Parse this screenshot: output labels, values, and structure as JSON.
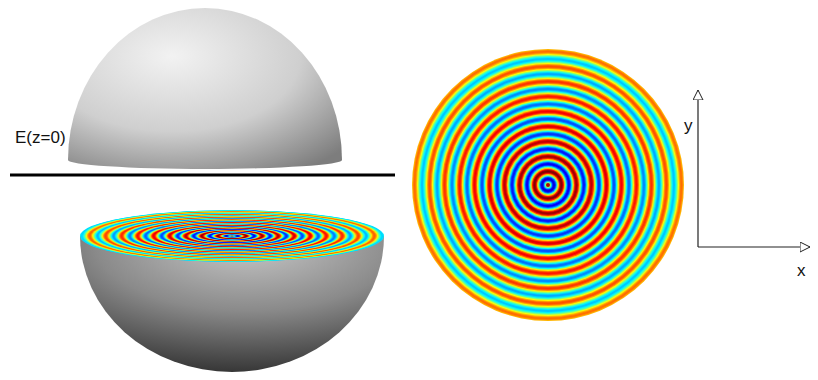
{
  "diagram": {
    "labels": [
      "E(z=0)",
      "y",
      "x"
    ]
  }
}
